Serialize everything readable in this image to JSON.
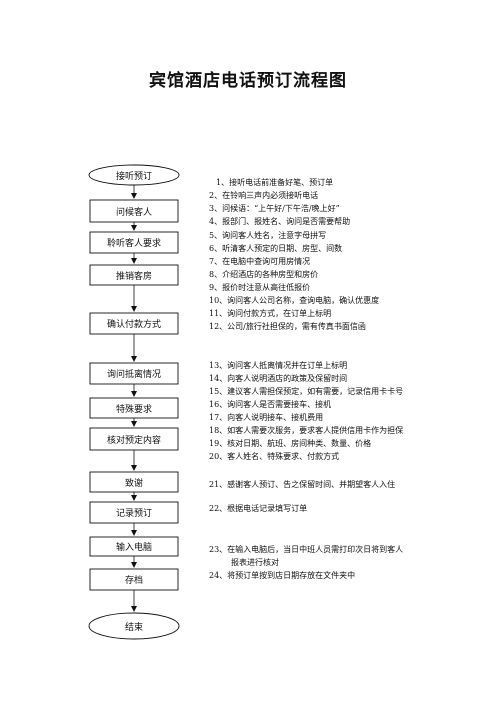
{
  "title": "宾馆酒店电话预订流程图",
  "flow": {
    "start": "接听预订",
    "steps": [
      "问候客人",
      "聆听客人要求",
      "推销客房",
      "确认付款方式",
      "询问抵离情况",
      "特殊要求",
      "核对预定内容",
      "致谢",
      "记录预订",
      "输入电脑",
      "存档"
    ],
    "end": "结束"
  },
  "notes": [
    "1、接听电话前准备好笔、预订单",
    "2、在铃响三声内必须接听电话",
    "3、问候语：“上午好/下午浩/晚上好”",
    "4、报部门、报姓名、询问是否需要帮助",
    "5、询问客人姓名，注意字母拼写",
    "6、听清客人预定的日期、房型、间数",
    "7、在电脑中查询可用房情况",
    "8、介绍酒店的各种房型和房价",
    "9、报价时注意从高往低报价",
    "10、询问客人公司名称，查询电脑，确认优惠度",
    "11、询问付款方式，在订单上标明",
    "12、公司/旅行社担保的，需有传真书面信函",
    "13、询问客人抵离情况并在订单上标明",
    "14、向客人说明酒店的政策及保留时间",
    "15、建议客人需担保预定，如有需要，记录信用卡卡号",
    "16、询问客人是否需要接车、接机",
    "17、向客人说明接车、接机费用",
    "18、如客人需要次服务，要求客人提供信用卡作为担保",
    "19、核对日期、航班、房间种类、数量、价格",
    "20、客人姓名、特殊要求、付款方式",
    "21、感谢客人预订、告之保留时间、并期望客人入住",
    "22、根据电话记录填写订单",
    "23、在输入电脑后，当日中班人员需打印次日将到客人",
    "报表进行核对",
    "24、将预订单按到店日期存放在文件夹中"
  ]
}
